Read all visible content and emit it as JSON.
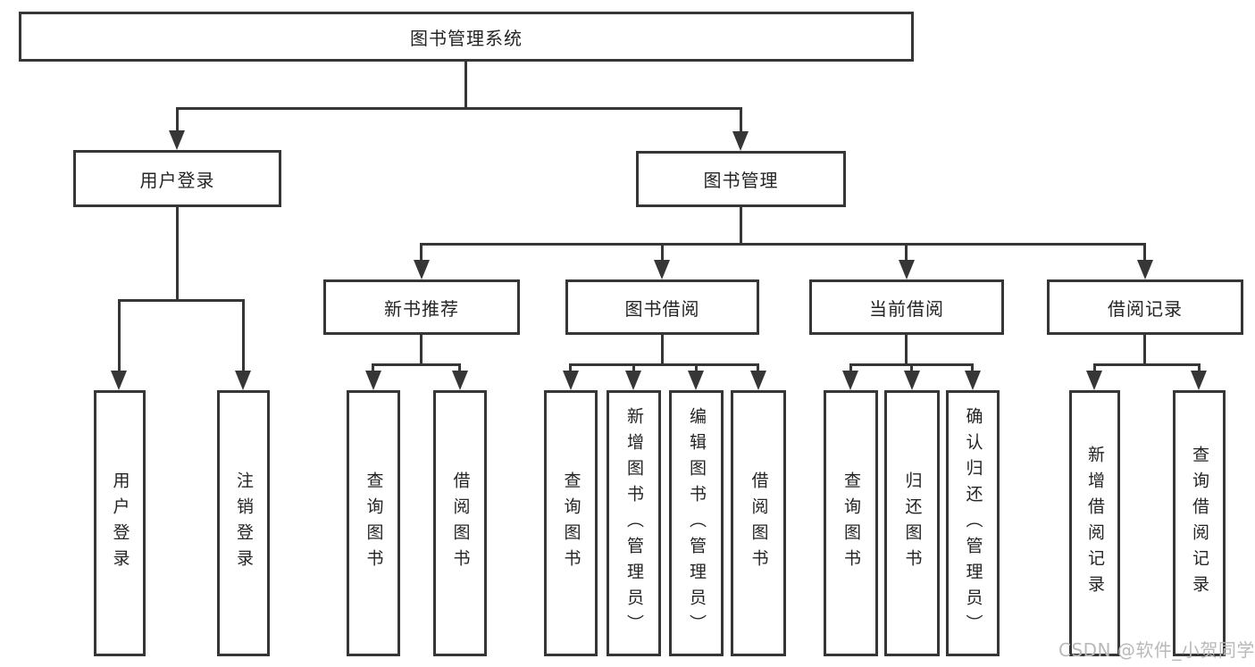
{
  "tree": {
    "label": "图书管理系统",
    "children": [
      {
        "label": "用户登录",
        "children": [
          {
            "label": "用户登录"
          },
          {
            "label": "注销登录"
          }
        ]
      },
      {
        "label": "图书管理",
        "children": [
          {
            "label": "新书推荐",
            "children": [
              {
                "label": "查询图书"
              },
              {
                "label": "借阅图书"
              }
            ]
          },
          {
            "label": "图书借阅",
            "children": [
              {
                "label": "查询图书"
              },
              {
                "label": "新增图书（管理员）"
              },
              {
                "label": "编辑图书（管理员）"
              },
              {
                "label": "借阅图书"
              }
            ]
          },
          {
            "label": "当前借阅",
            "children": [
              {
                "label": "查询图书"
              },
              {
                "label": "归还图书"
              },
              {
                "label": "确认归还（管理员）"
              }
            ]
          },
          {
            "label": "借阅记录",
            "children": [
              {
                "label": "新增借阅记录"
              },
              {
                "label": "查询借阅记录"
              }
            ]
          }
        ]
      }
    ]
  },
  "watermark": "CSDN @软件_小贺同学",
  "colors": {
    "line": "#363636",
    "text": "#242424",
    "watermark": "#b9b9b9",
    "background": "#ffffff"
  }
}
